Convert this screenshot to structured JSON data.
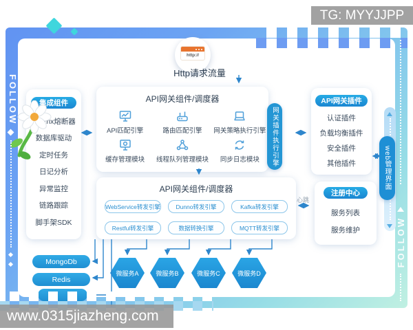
{
  "banner": {
    "label": "TG: MYYJJPP"
  },
  "watermark": {
    "label": "www.0315jiazheng.com"
  },
  "border": {
    "follow_left": "FOLLOW",
    "follow_right": "FOLLOW"
  },
  "colors": {
    "frame_blue": "#6193f2",
    "frame_mint": "#c0f0e2",
    "accent_blue": "#1f97da",
    "tag_blue": "#2496d4",
    "hexagon_blue": "#1e9ae0",
    "arrow_blue": "#2e86cc",
    "banner_gray": "#a2a2a2",
    "orange_browser": "#e8742e",
    "teal_diamond": "#3fd6dd"
  },
  "http_entry": {
    "icon": "http-browser-icon",
    "icon_label": "http://",
    "flow_label": "Http请求流量"
  },
  "sidebar": {
    "title": "集成组件",
    "items": [
      "Hystrix熔断器",
      "数据库驱动",
      "定时任务",
      "日记分析",
      "异常监控",
      "链路跟踪",
      "脚手架SDK"
    ]
  },
  "gateway_box1": {
    "title": "API网关组件/调度器",
    "modules": [
      {
        "label": "API匹配引擎",
        "icon": "monitor-chart-icon"
      },
      {
        "label": "路由匹配引擎",
        "icon": "router-icon"
      },
      {
        "label": "网关策略执行引擎",
        "icon": "laptop-icon"
      },
      {
        "label": "缓存管理模块",
        "icon": "monitor-settings-icon"
      },
      {
        "label": "线程队列管理模块",
        "icon": "thread-queue-icon"
      },
      {
        "label": "同步日志模块",
        "icon": "sync-icon"
      }
    ]
  },
  "plugin_tag": {
    "label": "网关插件执行引擎"
  },
  "plugins_panel": {
    "title": "API网关插件",
    "items": [
      "认证插件",
      "负载均衡插件",
      "安全插件",
      "其他插件"
    ]
  },
  "web_admin": {
    "label": "web管理界面"
  },
  "gateway_box2": {
    "title": "API网关组件/调度器",
    "engines": [
      "WebService转发引擎",
      "Dunno转发引擎",
      "Kafka转发引擎",
      "Restful转发引擎",
      "数据转换引擎",
      "MQTT转发引擎"
    ]
  },
  "registry": {
    "title": "注册中心",
    "heartbeat_label": "心跳",
    "items": [
      "服务列表",
      "服务维护"
    ]
  },
  "datastores": {
    "items": [
      "MongoDb",
      "Redis"
    ]
  },
  "microservices": {
    "items": [
      "微服务A",
      "微服务B",
      "微服务C",
      "微服务D"
    ]
  }
}
